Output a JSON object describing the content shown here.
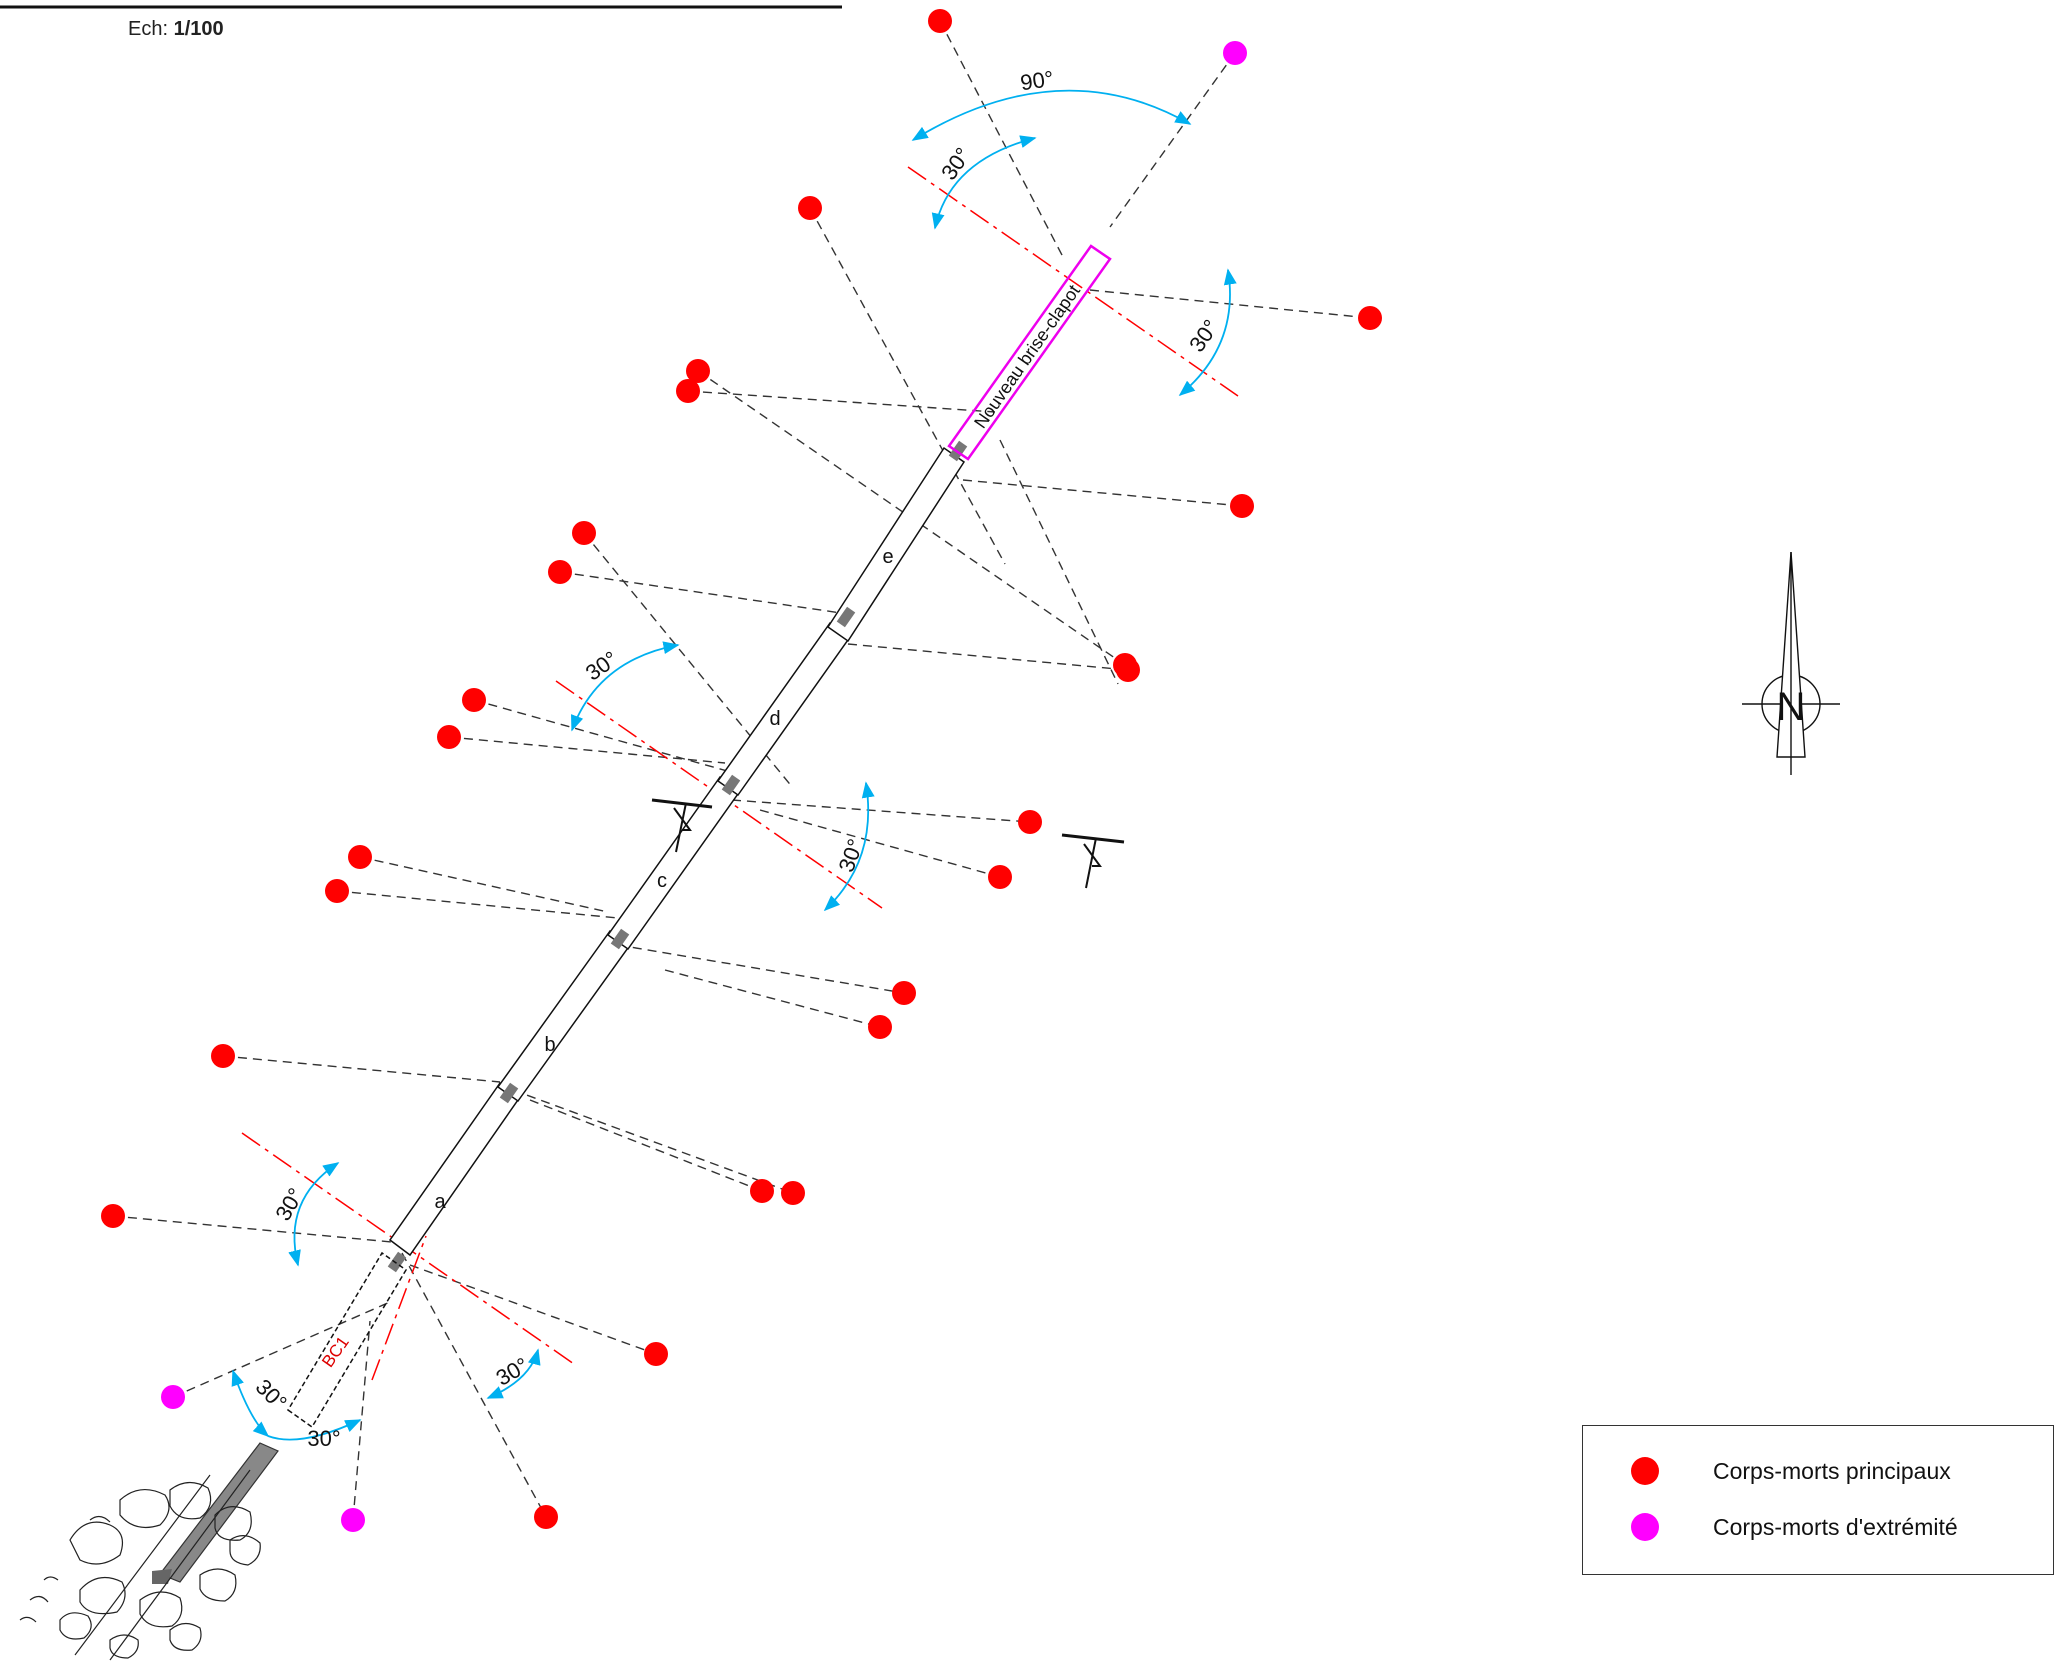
{
  "scale": {
    "prefix": "Ech:",
    "value": "1/100"
  },
  "north": {
    "label": "N"
  },
  "segments": [
    "a",
    "b",
    "c",
    "d",
    "e"
  ],
  "new_breakwater": {
    "label": "Nouveau brise-clapot"
  },
  "abutment": {
    "label": "BC1"
  },
  "angles": {
    "small": "30°",
    "large": "90°"
  },
  "colors": {
    "main_anchor": "#ff0000",
    "end_anchor": "#ff00ff",
    "angle_arc": "#00b0f0",
    "axis_line": "#ff0000",
    "breakwater_outline": "#ee00ee",
    "chain_line": "#333333"
  },
  "legend": {
    "items": [
      {
        "label": "Corps-morts principaux",
        "color": "#ff0000"
      },
      {
        "label": "Corps-morts d'extrémité",
        "color": "#ff00ff"
      }
    ]
  }
}
